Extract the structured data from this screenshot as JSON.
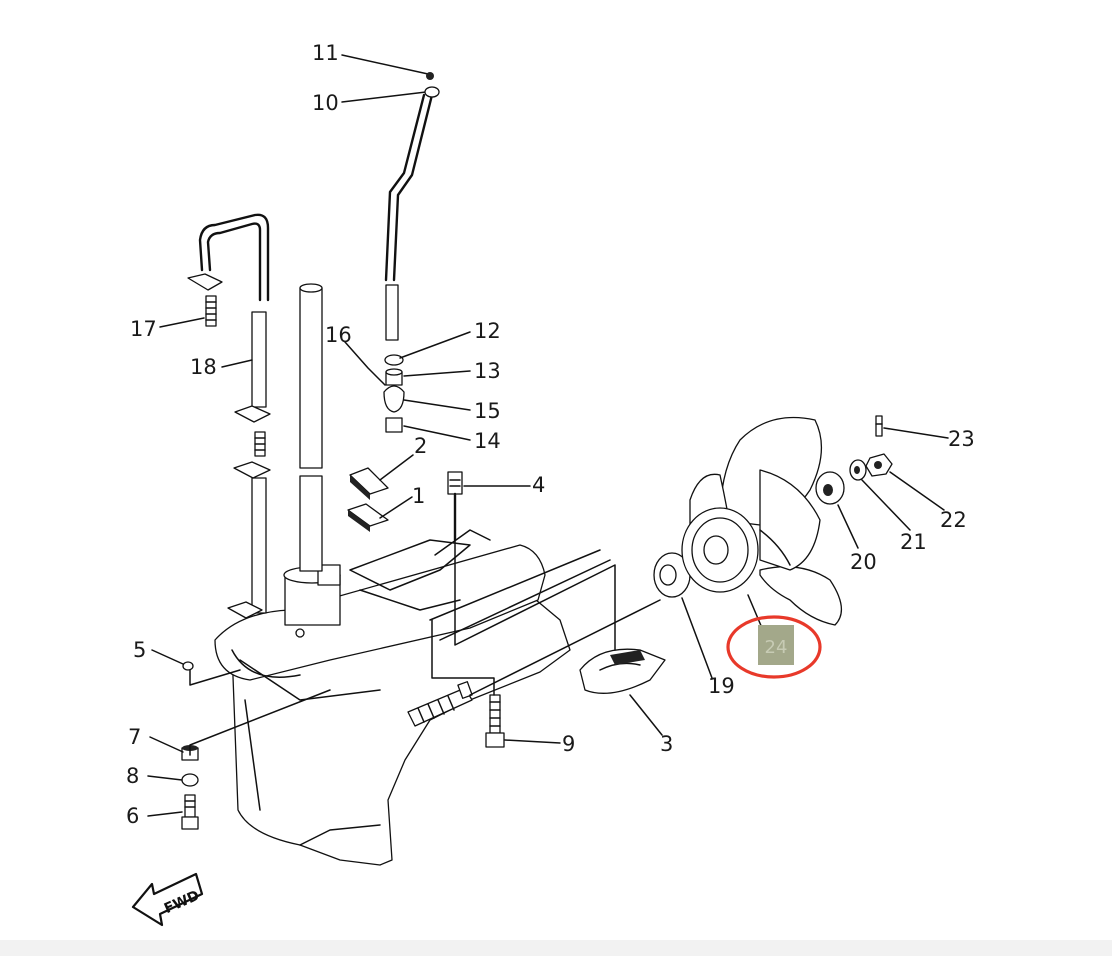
{
  "diagram": {
    "callouts": [
      {
        "id": "11",
        "text": "11"
      },
      {
        "id": "10",
        "text": "10"
      },
      {
        "id": "12",
        "text": "12"
      },
      {
        "id": "13",
        "text": "13"
      },
      {
        "id": "15",
        "text": "15"
      },
      {
        "id": "14",
        "text": "14"
      },
      {
        "id": "16",
        "text": "16"
      },
      {
        "id": "17",
        "text": "17"
      },
      {
        "id": "18",
        "text": "18"
      },
      {
        "id": "2",
        "text": "2"
      },
      {
        "id": "1",
        "text": "1"
      },
      {
        "id": "4",
        "text": "4"
      },
      {
        "id": "5",
        "text": "5"
      },
      {
        "id": "7",
        "text": "7"
      },
      {
        "id": "8",
        "text": "8"
      },
      {
        "id": "6",
        "text": "6"
      },
      {
        "id": "9",
        "text": "9"
      },
      {
        "id": "3",
        "text": "3"
      },
      {
        "id": "19",
        "text": "19"
      },
      {
        "id": "20",
        "text": "20"
      },
      {
        "id": "21",
        "text": "21"
      },
      {
        "id": "22",
        "text": "22"
      },
      {
        "id": "23",
        "text": "23"
      }
    ],
    "highlight": {
      "text": "24",
      "box_color": "#a3a88a",
      "text_color": "#c7cbb4",
      "ring_color": "#e8392a"
    },
    "fwd_arrow_text": "FWD",
    "colors": {
      "ink": "#111111",
      "background": "#ffffff",
      "footer": "#f2f2f2"
    }
  }
}
